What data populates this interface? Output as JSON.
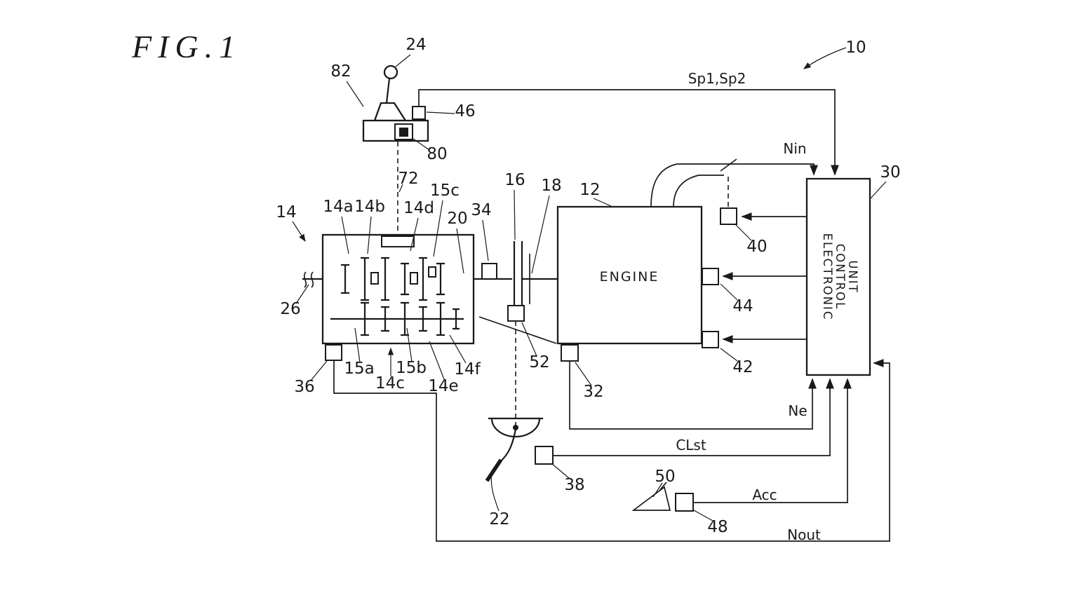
{
  "figure": {
    "title": "FIG.1"
  },
  "blocks": {
    "engine_label": "ENGINE",
    "ecu_label_line1": "ELECTRONIC",
    "ecu_label_line2": "CONTROL",
    "ecu_label_line3": "UNIT"
  },
  "signals": {
    "shift_position": "Sp1,Sp2",
    "input_speed": "Nin",
    "engine_speed": "Ne",
    "clutch_stroke": "CLst",
    "accelerator": "Acc",
    "output_speed": "Nout"
  },
  "refs": {
    "10": "10",
    "12": "12",
    "14": "14",
    "14a": "14a",
    "14b": "14b",
    "14c": "14c",
    "14d": "14d",
    "14e": "14e",
    "14f": "14f",
    "15a": "15a",
    "15b": "15b",
    "15c": "15c",
    "16": "16",
    "18": "18",
    "20": "20",
    "22": "22",
    "24": "24",
    "26": "26",
    "30": "30",
    "32": "32",
    "34": "34",
    "36": "36",
    "38": "38",
    "40": "40",
    "42": "42",
    "44": "44",
    "46": "46",
    "48": "48",
    "50": "50",
    "52": "52",
    "72": "72",
    "80": "80",
    "82": "82"
  },
  "colors": {
    "ink": "#1a1a1a",
    "background": "#ffffff"
  }
}
